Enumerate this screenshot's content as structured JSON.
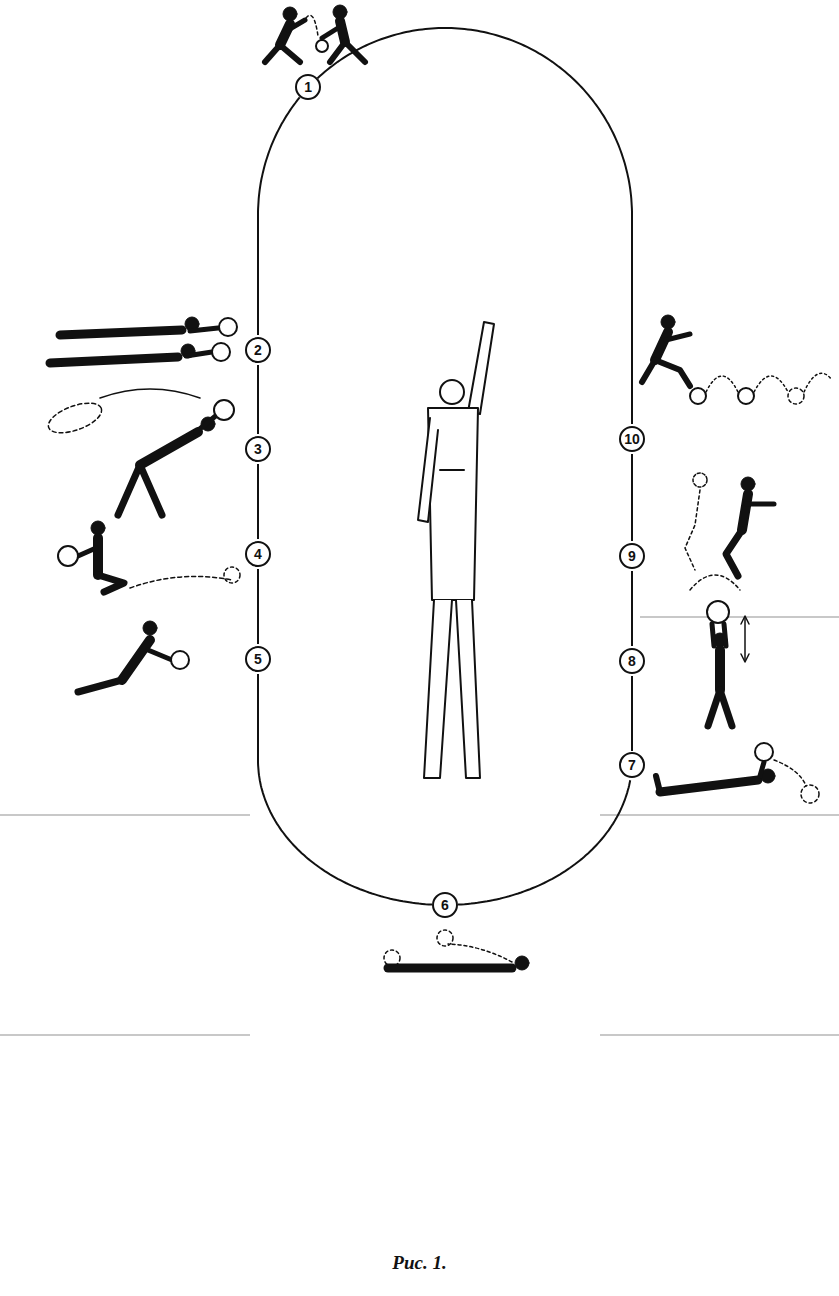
{
  "diagram": {
    "caption": "Рис. 1.",
    "nodes": [
      {
        "text": [
          "1"
        ]
      },
      {
        "text": [
          "2"
        ]
      },
      {
        "text": [
          "3"
        ]
      },
      {
        "text": [
          "4"
        ]
      },
      {
        "text": [
          "5"
        ]
      },
      {
        "text": [
          "6"
        ]
      },
      {
        "text": [
          "7"
        ]
      },
      {
        "text": [
          "8"
        ]
      },
      {
        "text": [
          "9"
        ]
      },
      {
        "text": [
          "10"
        ]
      }
    ],
    "edges": [
      {
        "from": 0,
        "to": 1,
        "arrow": "none"
      },
      {
        "from": 1,
        "to": 2,
        "arrow": "none"
      },
      {
        "from": 2,
        "to": 3,
        "arrow": "none"
      },
      {
        "from": 3,
        "to": 4,
        "arrow": "none"
      },
      {
        "from": 4,
        "to": 5,
        "arrow": "none"
      },
      {
        "from": 5,
        "to": 6,
        "arrow": "none"
      },
      {
        "from": 6,
        "to": 7,
        "arrow": "none"
      },
      {
        "from": 7,
        "to": 8,
        "arrow": "none"
      },
      {
        "from": 8,
        "to": 9,
        "arrow": "none"
      },
      {
        "from": 9,
        "to": 0,
        "arrow": "none"
      }
    ]
  }
}
